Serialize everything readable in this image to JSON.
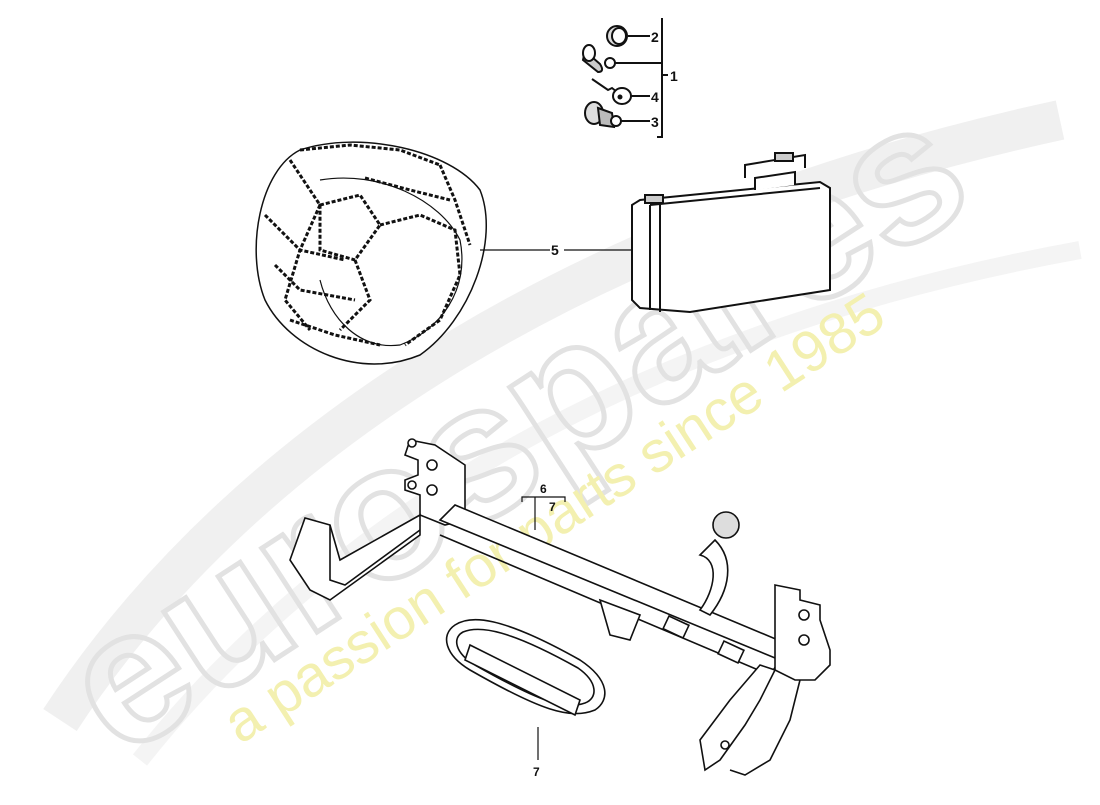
{
  "diagram": {
    "type": "exploded-parts-diagram",
    "callouts": [
      {
        "id": "1",
        "label": "1",
        "part": "lock-set-bracket"
      },
      {
        "id": "2",
        "label": "2",
        "part": "cap"
      },
      {
        "id": "3",
        "label": "3",
        "part": "lock-cylinder-bolt"
      },
      {
        "id": "4",
        "label": "4",
        "part": "key"
      },
      {
        "id": "5",
        "label": "5",
        "part": "snow-chains-with-case"
      },
      {
        "id": "6",
        "label": "6",
        "part": "tow-hitch-assembly"
      },
      {
        "id": "7a",
        "label": "7",
        "part": "tow-hitch-bracket-ref"
      },
      {
        "id": "7b",
        "label": "7",
        "part": "bumper-insert-panel"
      }
    ]
  },
  "watermark": {
    "brand": "eurospares",
    "tagline": "a passion for parts since 1985",
    "brand_color": "#e6e6e6",
    "tagline_color": "#f3f0b8"
  },
  "colors": {
    "line": "#111111",
    "background": "#ffffff"
  }
}
